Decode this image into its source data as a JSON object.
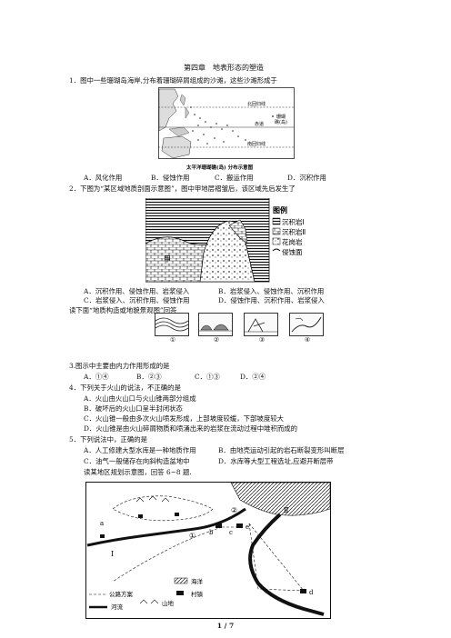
{
  "title": "第四章　地表形态的塑造",
  "q1": {
    "stem": "1．图中一些珊瑚岛海岸,分布着珊瑚碎屑组成的沙滩，这些沙滩形成于",
    "map": {
      "caption": "太平洋珊瑚礁(岛) 分布示意图",
      "lines": [
        "北回归线",
        "赤道",
        "南回归线"
      ],
      "legend": [
        "珊瑚",
        "礁(岛)"
      ]
    },
    "options": [
      "A．风化作用",
      "B．侵蚀作用",
      "C．搬运作用",
      "D．沉积作用"
    ]
  },
  "q2": {
    "stem": "2．下图为“某区域地质剖面示意图”，图中甲地层褶皱后，该区域先后发生了",
    "section": {
      "label_jia": "甲",
      "legend_title": "图例",
      "legend": [
        "沉积岩Ⅰ",
        "沉积岩Ⅱ",
        "花岗岩",
        "侵蚀面"
      ]
    },
    "options": [
      "A．沉积作用、侵蚀作用、岩浆侵入",
      "B．岩浆侵入、侵蚀作用、沉积作用",
      "C．岩浆侵入、沉积作用、侵蚀作用",
      "D．侵蚀作用、沉积作用、岩浆侵入"
    ]
  },
  "intro34": "读下面“地质构造或地貌景观图”回答",
  "thumbs": [
    "①",
    "②",
    "③",
    "④"
  ],
  "q3": {
    "stem": "3.图示中主要由内力作用形成的是",
    "options": [
      "A．①④",
      "B．②③",
      "C．①③",
      "D．②④"
    ]
  },
  "q4": {
    "stem": "4．下列关于火山的说法，不正确的是",
    "options": [
      "A．火山由火山口与火山锥两部分组成",
      "B．破坏后的火山口呈半封闭状态",
      "C．火山锥一般由多次火山喷发形成，上部坡度较缓，下部坡度较大",
      "D．火山锥是由火山碎屑物质和喷涌出来的岩浆在流动过程中堆积而成的"
    ]
  },
  "q5": {
    "stem": "5．下列说法中，正确的是",
    "options": [
      "A．人工修建大型水库是一种地质作用",
      "B．由地壳运动引起的岩石断裂变形叫断层",
      "C．油气一般储存在向斜构造盆地中",
      "D．水库等大型工程选址,应避开断层带"
    ]
  },
  "intro68": "读某地区规划示意图，回答 6~8 题.",
  "plan_map": {
    "labels": [
      "①",
      "②",
      "Ⅱ",
      "Ⅰ",
      "a",
      "b",
      "c",
      "d",
      "e"
    ],
    "legend": [
      "海洋",
      "村镇",
      "公路方案",
      "山地",
      "河流"
    ]
  },
  "page": "1 / 7"
}
